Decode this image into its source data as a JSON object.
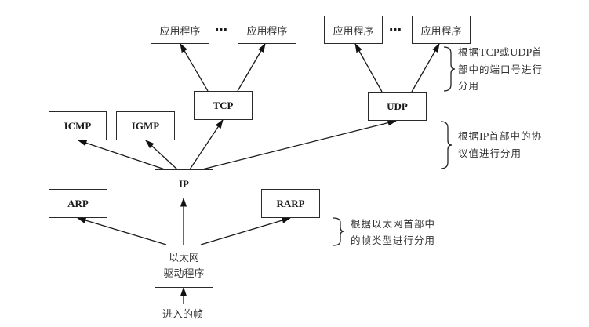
{
  "diagram": {
    "title": "",
    "nodes": {
      "app1": "应用程序",
      "app2": "应用程序",
      "app3": "应用程序",
      "app4": "应用程序",
      "ellipsis_left": "…",
      "ellipsis_right": "…",
      "tcp": "TCP",
      "udp": "UDP",
      "icmp": "ICMP",
      "igmp": "IGMP",
      "ip": "IP",
      "arp": "ARP",
      "rarp": "RARP",
      "driver_line1": "以太网",
      "driver_line2": "驱动程序"
    },
    "input_label": "进入的帧",
    "notes": {
      "transport": {
        "line1_a": "根据",
        "line1_b": "TCP",
        "line1_c": "或",
        "line1_d": "UDP",
        "line1_e": "首",
        "line2": "部中的端口号进行",
        "line3": "分用"
      },
      "ip": {
        "line1_a": "根据",
        "line1_b": "IP",
        "line1_c": "首部中的协",
        "line2": "议值进行分用"
      },
      "ethernet": {
        "line1": "根据以太网首部中",
        "line2": "的帧类型进行分用"
      }
    },
    "edges": [
      {
        "from": "driver",
        "to": "arp"
      },
      {
        "from": "driver",
        "to": "ip"
      },
      {
        "from": "driver",
        "to": "rarp"
      },
      {
        "from": "ip",
        "to": "icmp"
      },
      {
        "from": "ip",
        "to": "igmp"
      },
      {
        "from": "ip",
        "to": "tcp"
      },
      {
        "from": "ip",
        "to": "udp"
      },
      {
        "from": "tcp",
        "to": "app1"
      },
      {
        "from": "tcp",
        "to": "app2"
      },
      {
        "from": "udp",
        "to": "app3"
      },
      {
        "from": "udp",
        "to": "app4"
      },
      {
        "from": "input",
        "to": "driver"
      }
    ]
  }
}
